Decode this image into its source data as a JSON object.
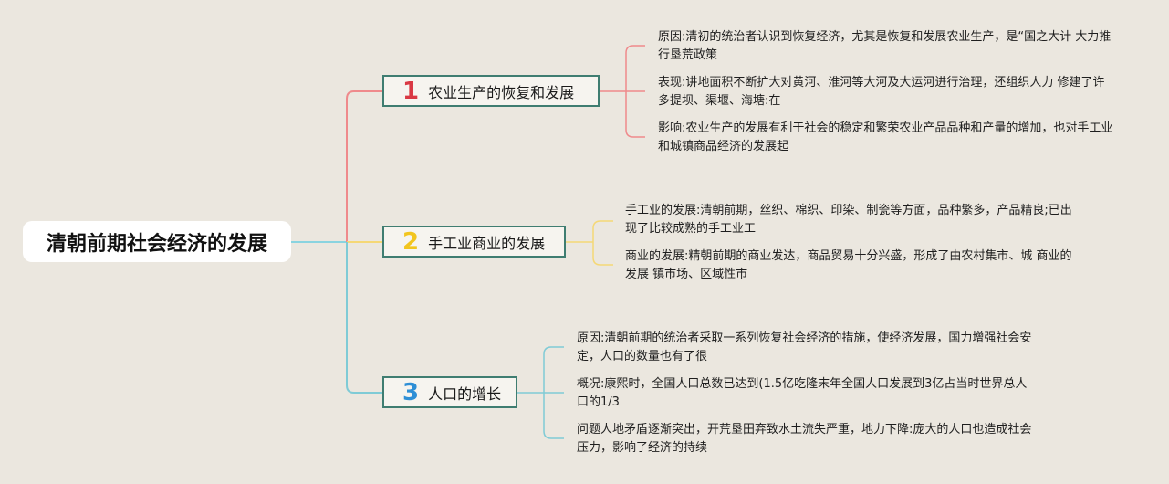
{
  "root": {
    "title": "清朝前期社会经济的发展"
  },
  "colors": {
    "branch1": "#d93843",
    "branch2": "#f2c51e",
    "branch3": "#2e8fd6",
    "line1": "#ef8a8c",
    "line2": "#f5d876",
    "line3": "#7fcbd6",
    "root_line": "#8ad4e0"
  },
  "branches": [
    {
      "num": "1",
      "label": "农业生产的恢复和发展",
      "leaves": [
        {
          "text": "原因:清初的统治者认识到恢复经济，尤其是恢复和发展农业生产，是“国之大计 大力推行垦荒政策"
        },
        {
          "text": "表现:讲地面积不断扩大对黄河、淮河等大河及大运河进行治理，还组织人力 修建了许多提坝、渠堰、海塘:在"
        },
        {
          "text": "影响:农业生产的发展有利于社会的稳定和繁荣农业产品品种和产量的增加，也对手工业和城镇商品经济的发展起"
        }
      ]
    },
    {
      "num": "2",
      "label": "手工业商业的发展",
      "leaves": [
        {
          "text": "手工业的发展:清朝前期，丝织、棉织、印染、制瓷等方面，品种繁多，产品精良;已出现了比较成熟的手工业工"
        },
        {
          "text": "商业的发展:精朝前期的商业发达，商品贸易十分兴盛，形成了由农村集市、城 商业的发展 镇市场、区域性市"
        }
      ]
    },
    {
      "num": "3",
      "label": "人口的增长",
      "leaves": [
        {
          "text": "原因:清朝前期的统治者采取一系列恢复社会经济的措施，使经济发展，国力增强社会安定，人口的数量也有了很"
        },
        {
          "text": "概况:康熙时，全国人口总数已达到(1.5亿吃隆末年全国人口发展到3亿占当时世界总人口的1/3"
        },
        {
          "text": "问题人地矛盾逐渐突出，开荒垦田弃致水土流失严重，地力下降:庞大的人口也造成社会压力，影响了经济的持续"
        }
      ]
    }
  ]
}
